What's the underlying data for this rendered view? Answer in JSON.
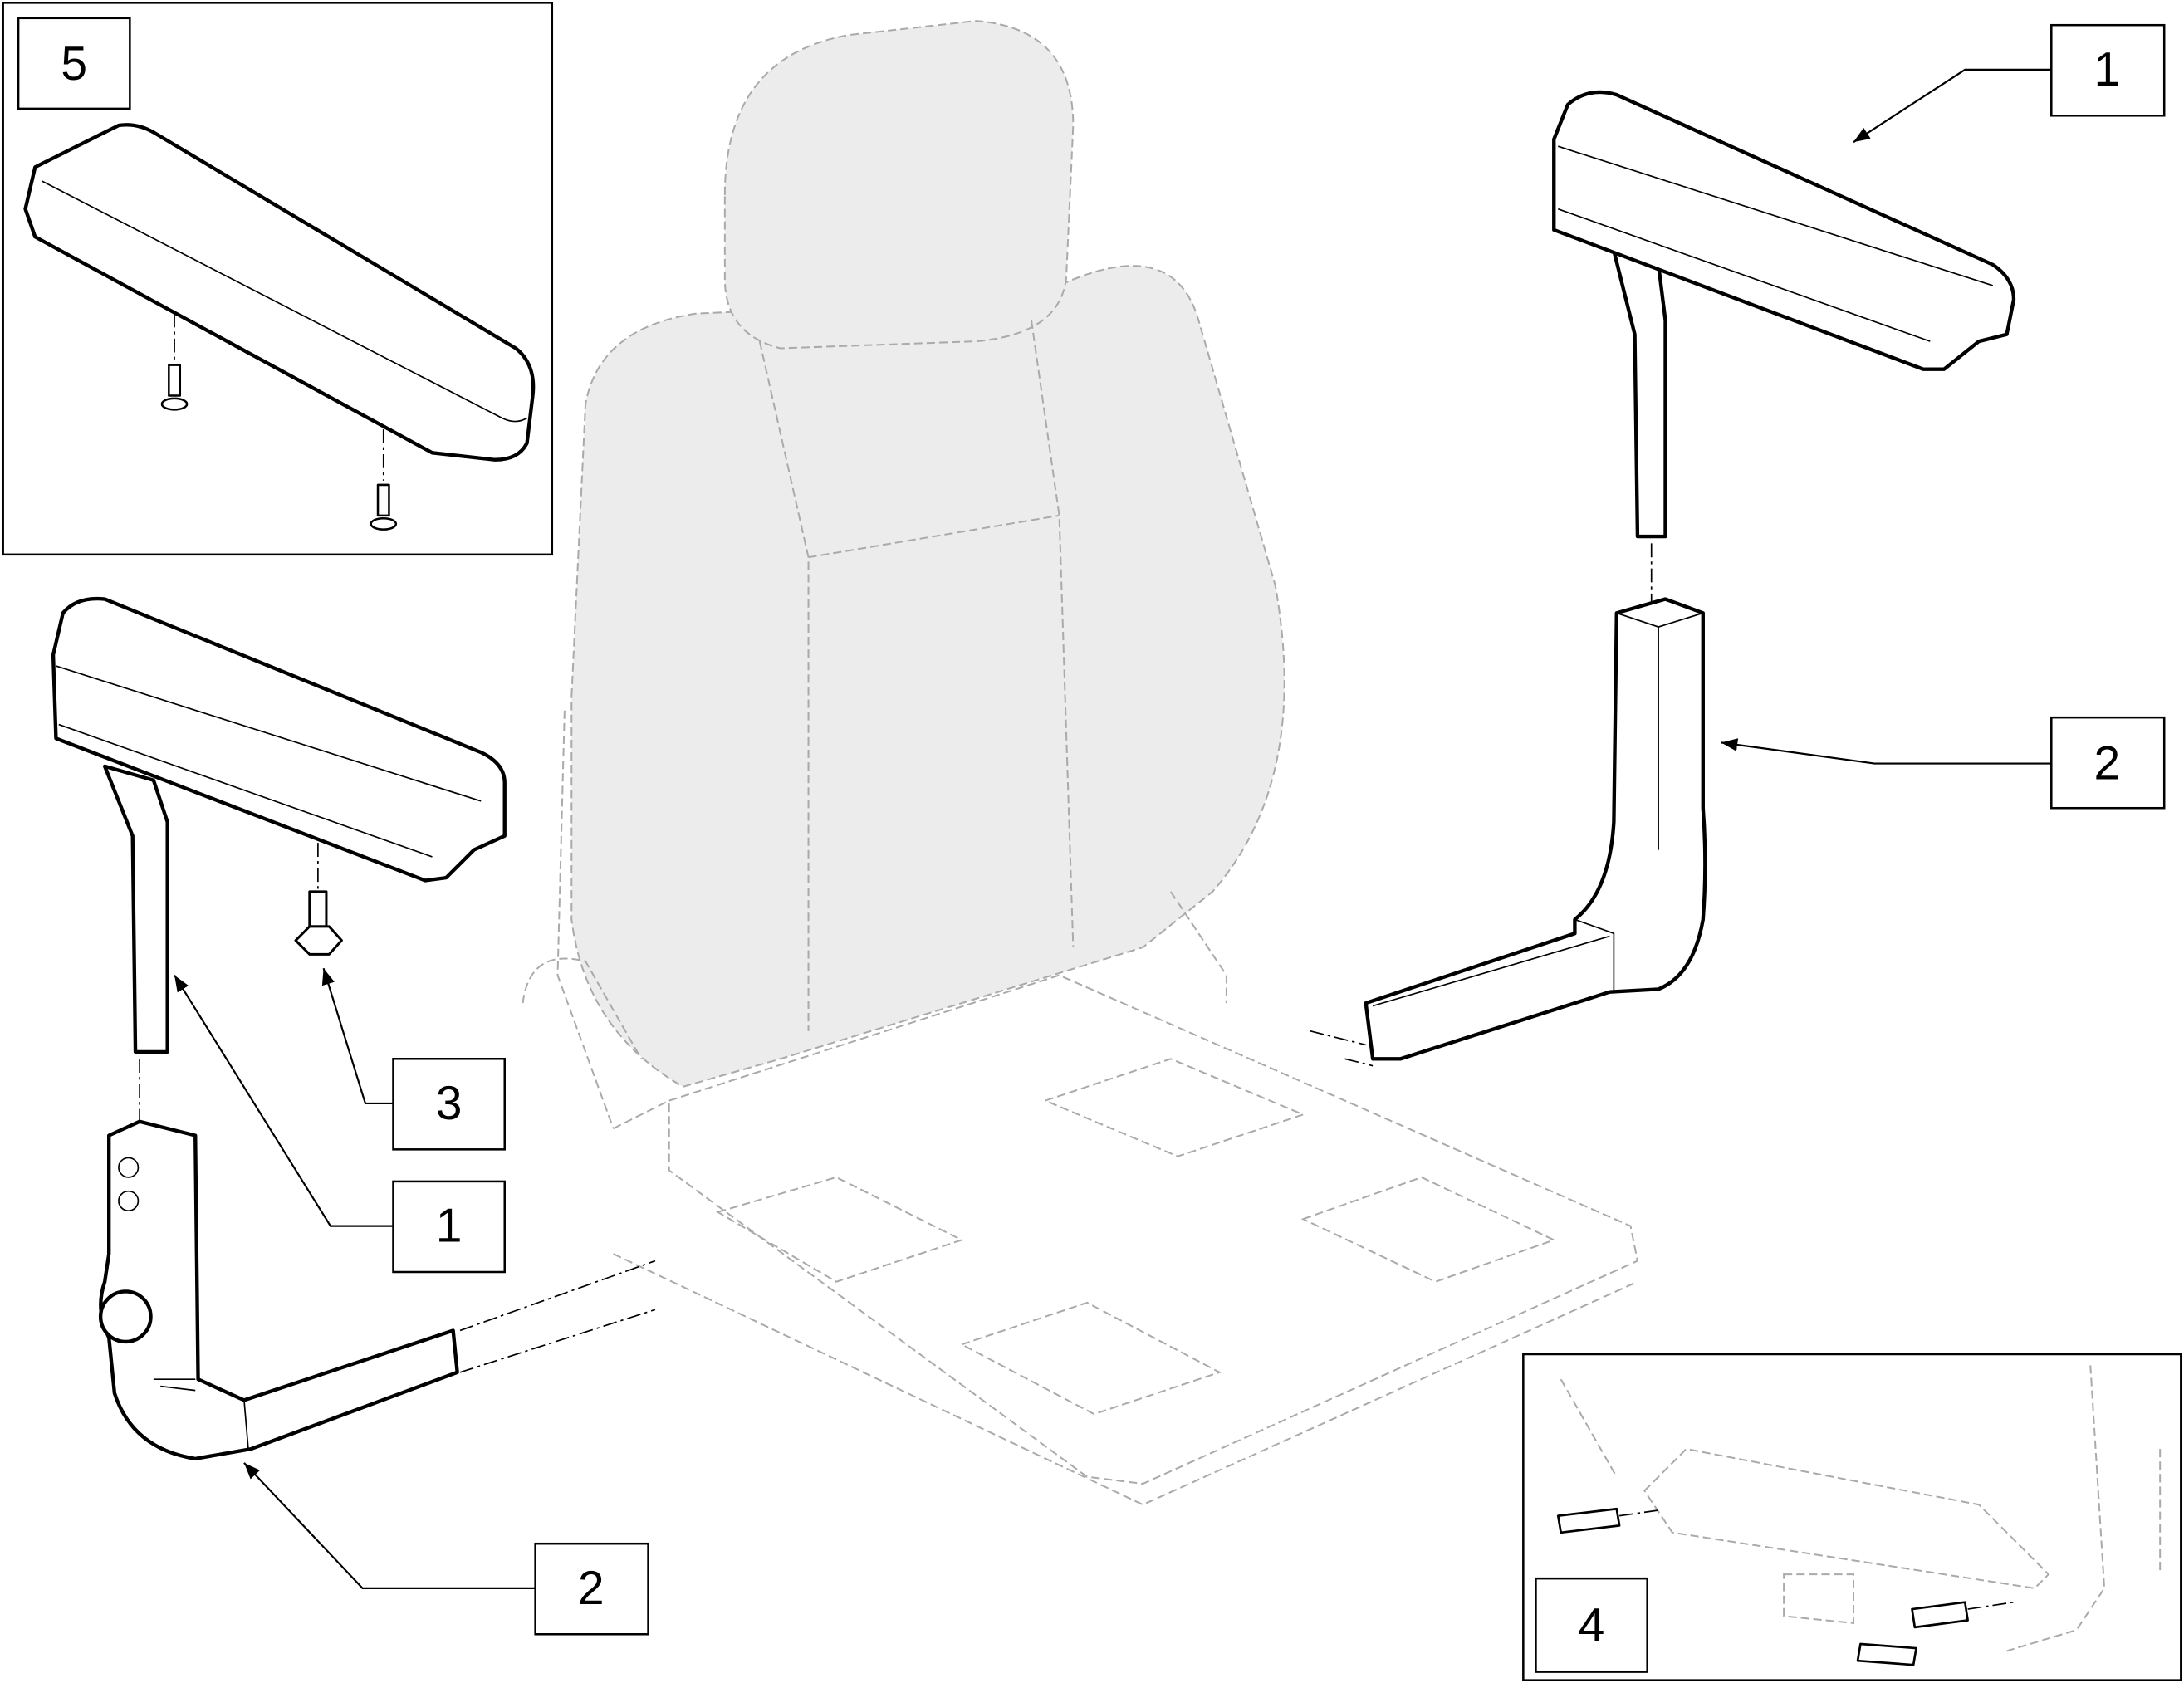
{
  "diagram": {
    "callouts": {
      "inset_armpad": "5",
      "armpad_right": "1",
      "arm_tube_right": "2",
      "knob": "3",
      "armpad_left": "1",
      "arm_tube_left": "2",
      "inset_mounting": "4"
    },
    "colors": {
      "part_outline": "#000000",
      "ghost_fill": "#ececec",
      "ghost_outline": "#aaaaaa"
    }
  }
}
